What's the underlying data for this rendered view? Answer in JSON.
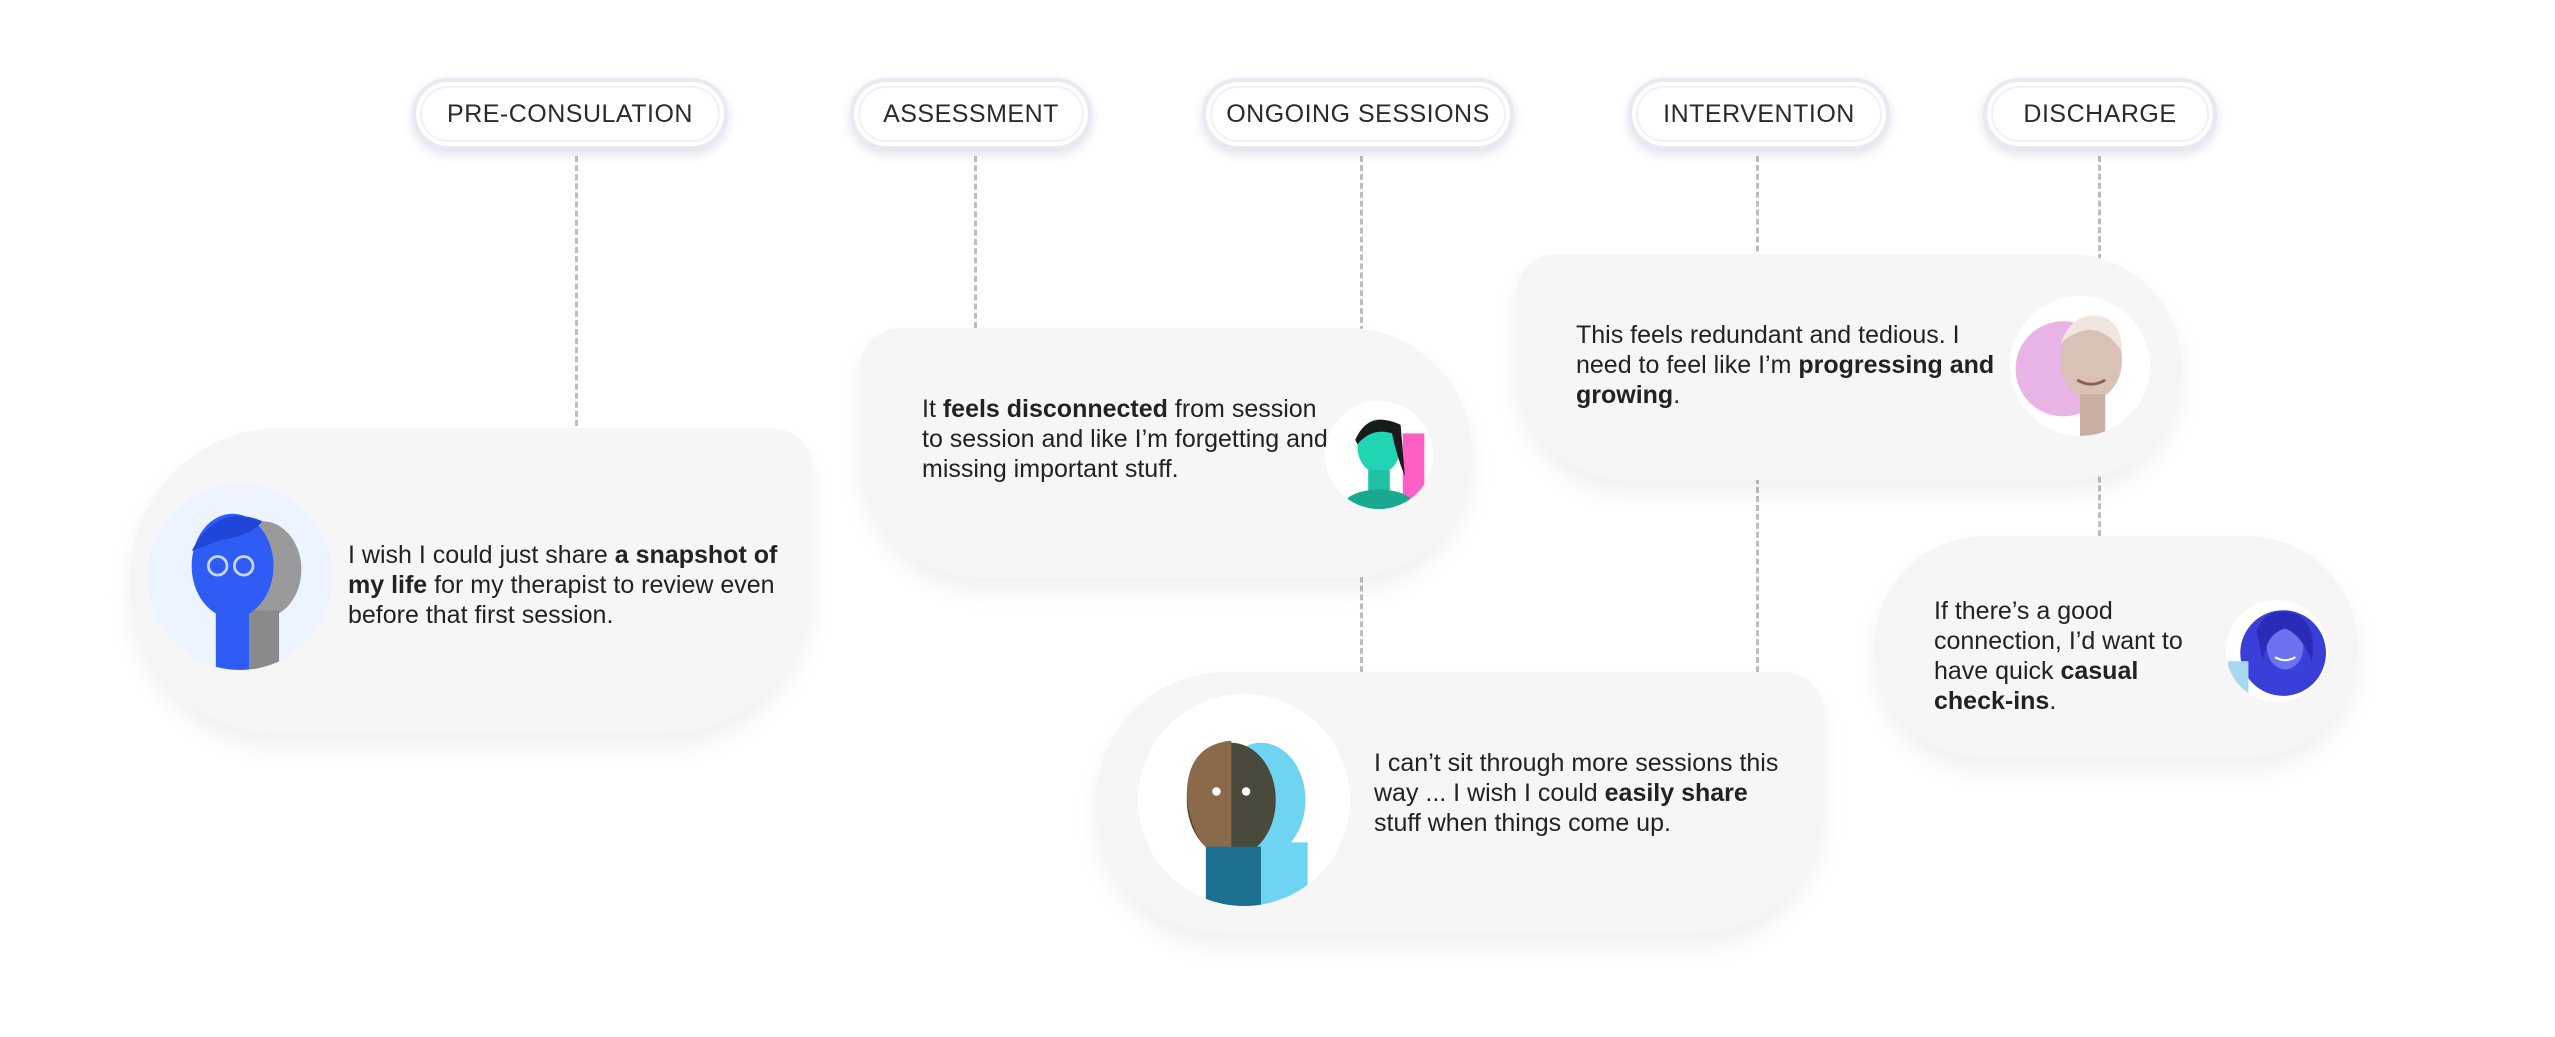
{
  "stages": [
    {
      "id": "pre",
      "label": "PRE-CONSULATION"
    },
    {
      "id": "assessment",
      "label": "ASSESSMENT"
    },
    {
      "id": "ongoing",
      "label": "ONGOING SESSIONS"
    },
    {
      "id": "intervention",
      "label": "INTERVENTION"
    },
    {
      "id": "discharge",
      "label": "DISCHARGE"
    }
  ],
  "quotes": {
    "pre": {
      "t1": "I wish I could just share ",
      "b1": "a snapshot of my life",
      "t2": " for my therapist to review even before that first session.",
      "avatar_icon": "person-blue-duotone-icon",
      "accent": "#2f5cf5"
    },
    "assessment": {
      "t1": "It ",
      "b1": "feels disconnected",
      "t2": " from session to session and like I’m forgetting and missing important stuff.",
      "avatar_icon": "person-teal-pink-duotone-icon",
      "accent": "#21d4b4"
    },
    "ongoing": {
      "t1": "I can’t sit through more sessions this way ... I wish I could ",
      "b1": "easily share",
      "t2": " stuff when things come up.",
      "avatar_icon": "person-cyan-duotone-icon",
      "accent": "#6fd3f2"
    },
    "intervention": {
      "t1": "This feels redundant and tedious. I need to feel like I’m ",
      "b1": "progressing and growing",
      "t2": ".",
      "avatar_icon": "person-pink-duotone-icon",
      "accent": "#e8b4e6"
    },
    "discharge": {
      "t1": "If there’s a good connection, I’d want to have quick ",
      "b1": "casual check-ins",
      "t2": ".",
      "avatar_icon": "person-purple-duotone-icon",
      "accent": "#3b3fd9"
    }
  }
}
